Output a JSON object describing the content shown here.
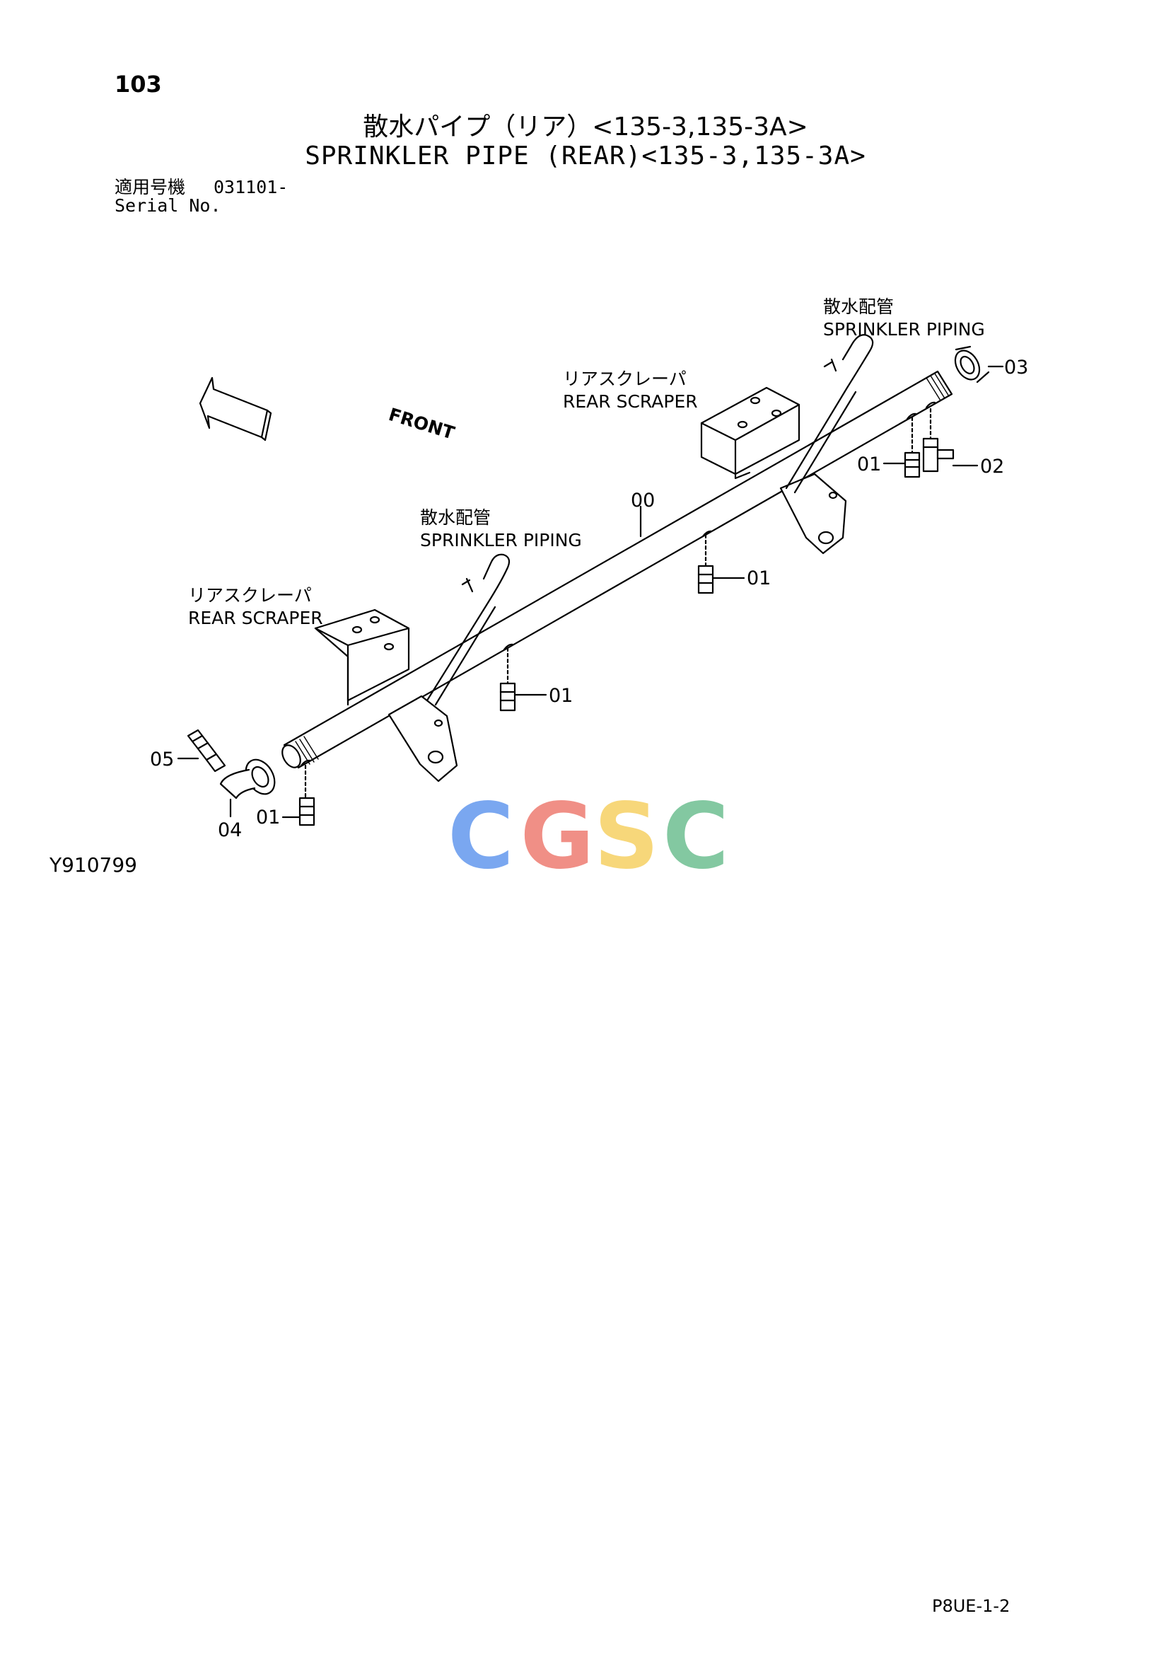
{
  "header": {
    "page_number": "103",
    "title_jp": "散水パイプ（リア）<135-3,135-3A>",
    "title_en": "SPRINKLER PIPE (REAR)<135-3,135-3A>",
    "serial_label_jp": "適用号機",
    "serial_label_en": "Serial No.",
    "serial_value": "031101-"
  },
  "diagram": {
    "front_label": "FRONT",
    "labels": {
      "sprinkler_piping_top_jp": "散水配管",
      "sprinkler_piping_top_en": "SPRINKLER PIPING",
      "rear_scraper_right_jp": "リアスクレーパ",
      "rear_scraper_right_en": "REAR SCRAPER",
      "sprinkler_piping_mid_jp": "散水配管",
      "sprinkler_piping_mid_en": "SPRINKLER PIPING",
      "rear_scraper_left_jp": "リアスクレーパ",
      "rear_scraper_left_en": "REAR SCRAPER"
    },
    "callouts": {
      "pipe": "00",
      "fitting_01_right": "01",
      "fitting_01_mid": "01",
      "fitting_01_left": "01",
      "fitting_01_end": "01",
      "valve": "02",
      "cap": "03",
      "elbow": "04",
      "nipple": "05"
    },
    "watermark": {
      "letters": [
        "C",
        "G",
        "S",
        "C"
      ],
      "colors": [
        "#7aa7f0",
        "#f08f86",
        "#f7d77a",
        "#83c8a1"
      ]
    }
  },
  "footer": {
    "figure_id": "Y910799",
    "page_code": "P8UE-1-2"
  }
}
